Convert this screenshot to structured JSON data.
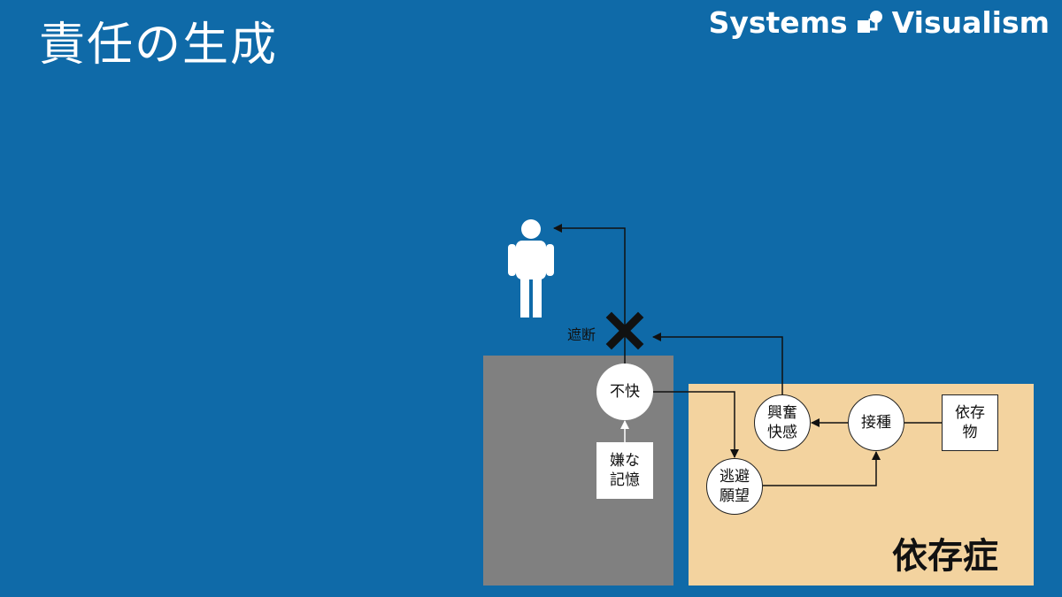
{
  "header": {
    "title": "責任の生成",
    "brand_left": "Systems",
    "brand_right": "Visualism"
  },
  "diagram": {
    "block_label": "遮断",
    "nodes": {
      "fukai": "不快",
      "kouhun_line1": "興奮",
      "kouhun_line2": "快感",
      "sesshu": "接種",
      "izonbutsu_line1": "依存",
      "izonbutsu_line2": "物",
      "touhi_line1": "逃避",
      "touhi_line2": "願望",
      "iyana_line1": "嫌な",
      "iyana_line2": "記憶"
    },
    "region_label": "依存症"
  },
  "colors": {
    "background": "#0f6aa8",
    "gray_panel": "#808080",
    "tan_panel": "#f3d39f",
    "node_fill": "#ffffff",
    "line": "#111111"
  },
  "icons": {
    "person": "person-icon",
    "block": "cross-icon",
    "logo": "systems-logo-icon"
  }
}
